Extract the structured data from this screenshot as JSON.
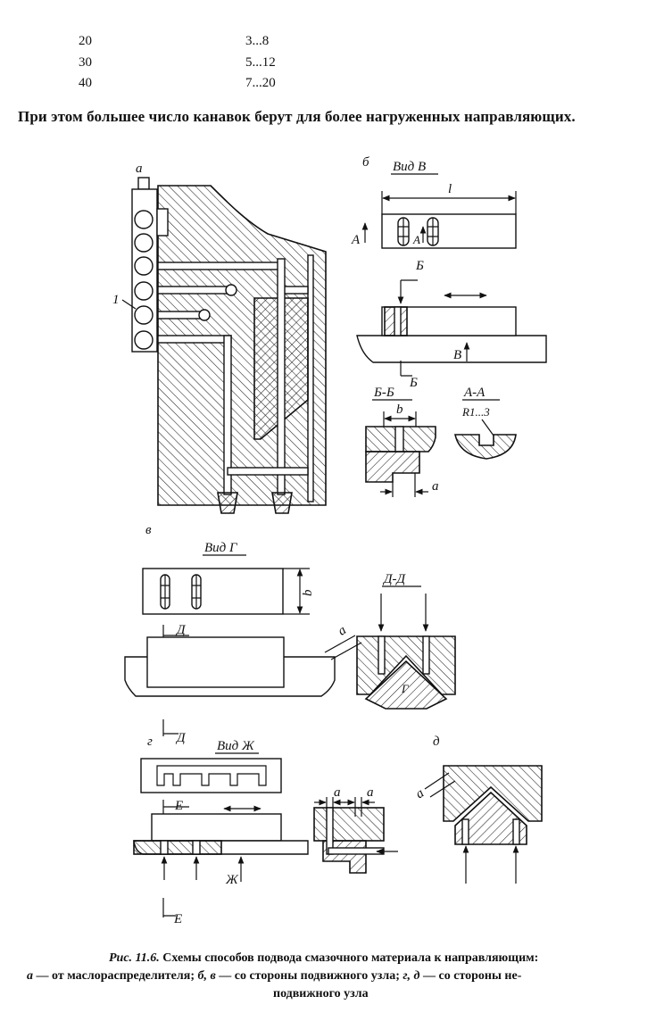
{
  "table": {
    "rows": [
      {
        "n": "20",
        "range": "3...8"
      },
      {
        "n": "30",
        "range": "5...12"
      },
      {
        "n": "40",
        "range": "7...20"
      }
    ]
  },
  "paragraph": "При этом большее число канавок берут для более нагруженных направляющих.",
  "figure": {
    "a": {
      "label": "а",
      "callout": "1"
    },
    "b": {
      "label": "б",
      "view_title": "Вид В",
      "dim_l": "l",
      "marker_a_left": "А",
      "marker_a_mid": "А",
      "section_b_top": "Б",
      "marker_v": "В",
      "section_b_bottom": "Б",
      "section_bb_title": "Б-Б",
      "section_aa_title": "А-А",
      "radius": "R1...3",
      "dim_b": "b",
      "dim_a": "a"
    },
    "v": {
      "label": "в",
      "view_title": "Вид Г",
      "dim_b": "b",
      "section_d_top": "Д",
      "section_d_bottom": "Д",
      "section_dd_title": "Д-Д",
      "dim_a": "a",
      "view_mark": "Г"
    },
    "g": {
      "label": "г",
      "view_title": "Вид Ж",
      "section_e_top": "Е",
      "marker_zh": "Ж",
      "section_e_bottom": "Е",
      "dim_a_left": "a",
      "dim_a_right": "a"
    },
    "d": {
      "label": "д",
      "dim_a": "a"
    }
  },
  "caption": {
    "fig_no": "Рис. 11.6.",
    "title": " Схемы способов подвода смазочного материала к направляющим:",
    "line2": [
      "а",
      " — от маслораспределителя; ",
      "б, в",
      " — со стороны подвижного узла; ",
      "г, д",
      " — со стороны не-"
    ],
    "line3": "подвижного узла"
  }
}
